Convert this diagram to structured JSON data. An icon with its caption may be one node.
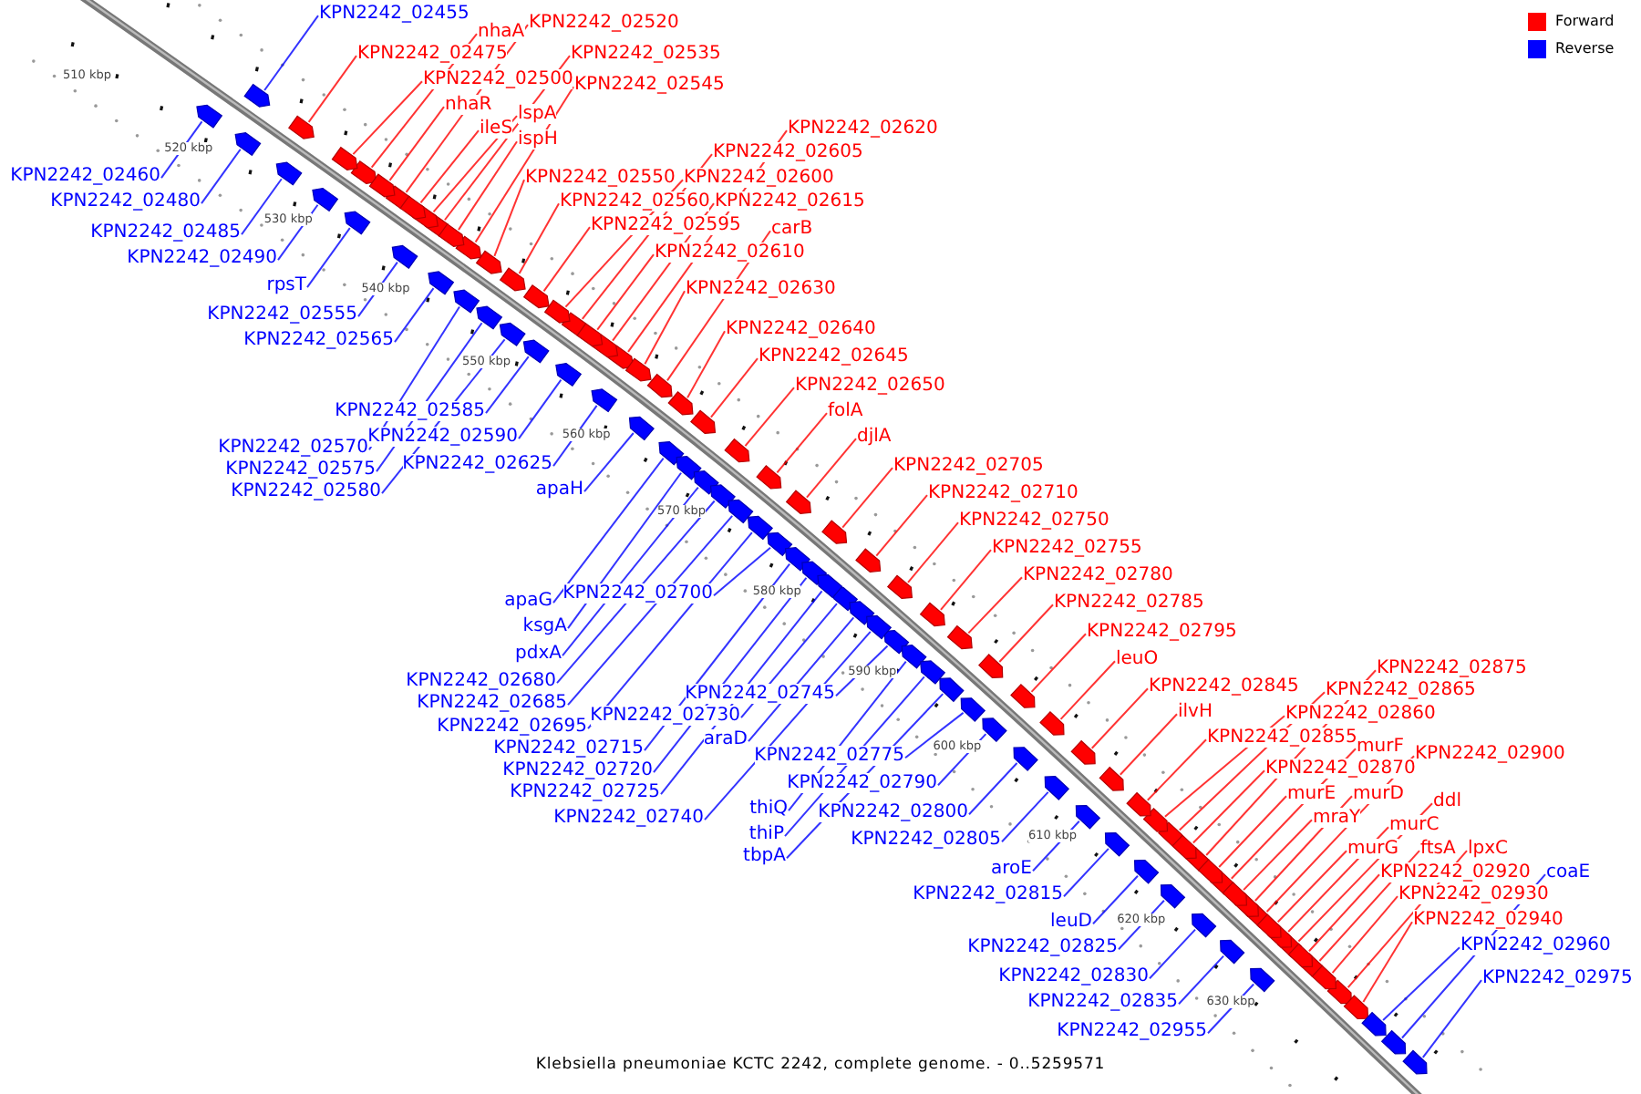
{
  "diagram": {
    "caption": "Klebsiella pneumoniae KCTC 2242, complete genome. - 0..5259571",
    "nodes": [
      {
        "text": [
          "KPN2242_02455"
        ]
      },
      {
        "text": [
          "KPN2242_02520"
        ]
      },
      {
        "text": [
          "nhaA"
        ]
      },
      {
        "text": [
          "KPN2242_02475"
        ]
      },
      {
        "text": [
          "KPN2242_02535"
        ]
      },
      {
        "text": [
          "KPN2242_02500"
        ]
      },
      {
        "text": [
          "KPN2242_02545"
        ]
      },
      {
        "text": [
          "nhaR"
        ]
      },
      {
        "text": [
          "lspA"
        ]
      },
      {
        "text": [
          "ileS"
        ]
      },
      {
        "text": [
          "KPN2242_02620"
        ]
      },
      {
        "text": [
          "ispH"
        ]
      },
      {
        "text": [
          "KPN2242_02605"
        ]
      },
      {
        "text": [
          "KPN2242_02460"
        ]
      },
      {
        "text": [
          "KPN2242_02550"
        ]
      },
      {
        "text": [
          "KPN2242_02600"
        ]
      },
      {
        "text": [
          "KPN2242_02480"
        ]
      },
      {
        "text": [
          "KPN2242_02560"
        ]
      },
      {
        "text": [
          "KPN2242_02615"
        ]
      },
      {
        "text": [
          "KPN2242_02595"
        ]
      },
      {
        "text": [
          "carB"
        ]
      },
      {
        "text": [
          "KPN2242_02485"
        ]
      },
      {
        "text": [
          "KPN2242_02610"
        ]
      },
      {
        "text": [
          "KPN2242_02490"
        ]
      },
      {
        "text": [
          "rpsT"
        ]
      },
      {
        "text": [
          "KPN2242_02630"
        ]
      },
      {
        "text": [
          "KPN2242_02555"
        ]
      },
      {
        "text": [
          "KPN2242_02640"
        ]
      },
      {
        "text": [
          "KPN2242_02565"
        ]
      },
      {
        "text": [
          "KPN2242_02645"
        ]
      },
      {
        "text": [
          "KPN2242_02650"
        ]
      },
      {
        "text": [
          "KPN2242_02585"
        ]
      },
      {
        "text": [
          "folA"
        ]
      },
      {
        "text": [
          "KPN2242_02590"
        ]
      },
      {
        "text": [
          "djlA"
        ]
      },
      {
        "text": [
          "KPN2242_02570"
        ]
      },
      {
        "text": [
          "KPN2242_02625"
        ]
      },
      {
        "text": [
          "KPN2242_02705"
        ]
      },
      {
        "text": [
          "KPN2242_02575"
        ]
      },
      {
        "text": [
          "apaH"
        ]
      },
      {
        "text": [
          "KPN2242_02580"
        ]
      },
      {
        "text": [
          "KPN2242_02710"
        ]
      },
      {
        "text": [
          "KPN2242_02750"
        ]
      },
      {
        "text": [
          "KPN2242_02755"
        ]
      },
      {
        "text": [
          "KPN2242_02780"
        ]
      },
      {
        "text": [
          "KPN2242_02700"
        ]
      },
      {
        "text": [
          "apaG"
        ]
      },
      {
        "text": [
          "KPN2242_02785"
        ]
      },
      {
        "text": [
          "ksgA"
        ]
      },
      {
        "text": [
          "KPN2242_02795"
        ]
      },
      {
        "text": [
          "pdxA"
        ]
      },
      {
        "text": [
          "leuO"
        ]
      },
      {
        "text": [
          "KPN2242_02875"
        ]
      },
      {
        "text": [
          "KPN2242_02680"
        ]
      },
      {
        "text": [
          "KPN2242_02845"
        ]
      },
      {
        "text": [
          "KPN2242_02865"
        ]
      },
      {
        "text": [
          "KPN2242_02745"
        ]
      },
      {
        "text": [
          "KPN2242_02685"
        ]
      },
      {
        "text": [
          "ilvH"
        ]
      },
      {
        "text": [
          "KPN2242_02860"
        ]
      },
      {
        "text": [
          "KPN2242_02730"
        ]
      },
      {
        "text": [
          "KPN2242_02695"
        ]
      },
      {
        "text": [
          "KPN2242_02855"
        ]
      },
      {
        "text": [
          "araD"
        ]
      },
      {
        "text": [
          "murF"
        ]
      },
      {
        "text": [
          "KPN2242_02715"
        ]
      },
      {
        "text": [
          "KPN2242_02900"
        ]
      },
      {
        "text": [
          "KPN2242_02775"
        ]
      },
      {
        "text": [
          "KPN2242_02870"
        ]
      },
      {
        "text": [
          "KPN2242_02720"
        ]
      },
      {
        "text": [
          "KPN2242_02790"
        ]
      },
      {
        "text": [
          "KPN2242_02725"
        ]
      },
      {
        "text": [
          "murE"
        ]
      },
      {
        "text": [
          "murD"
        ]
      },
      {
        "text": [
          "ddl"
        ]
      },
      {
        "text": [
          "thiQ"
        ]
      },
      {
        "text": [
          "KPN2242_02800"
        ]
      },
      {
        "text": [
          "KPN2242_02740"
        ]
      },
      {
        "text": [
          "mraY"
        ]
      },
      {
        "text": [
          "murC"
        ]
      },
      {
        "text": [
          "thiP"
        ]
      },
      {
        "text": [
          "KPN2242_02805"
        ]
      },
      {
        "text": [
          "murG"
        ]
      },
      {
        "text": [
          "ftsA"
        ]
      },
      {
        "text": [
          "lpxC"
        ]
      },
      {
        "text": [
          "tbpA"
        ]
      },
      {
        "text": [
          "aroE"
        ]
      },
      {
        "text": [
          "KPN2242_02920"
        ]
      },
      {
        "text": [
          "coaE"
        ]
      },
      {
        "text": [
          "KPN2242_02815"
        ]
      },
      {
        "text": [
          "KPN2242_02930"
        ]
      },
      {
        "text": [
          "leuD"
        ]
      },
      {
        "text": [
          "KPN2242_02940"
        ]
      },
      {
        "text": [
          "KPN2242_02960"
        ]
      },
      {
        "text": [
          "KPN2242_02825"
        ]
      },
      {
        "text": [
          "KPN2242_02830"
        ]
      },
      {
        "text": [
          "KPN2242_02975"
        ]
      },
      {
        "text": [
          "KPN2242_02835"
        ]
      },
      {
        "text": [
          "KPN2242_02955"
        ]
      },
      {
        "text": [],
        "shape": "arrow"
      },
      {
        "text": [],
        "shape": "arrow"
      },
      {
        "text": [],
        "shape": "arrow"
      },
      {
        "text": [],
        "shape": "arrow"
      },
      {
        "text": [],
        "shape": "arrow"
      },
      {
        "text": [],
        "shape": "arrow"
      },
      {
        "text": [],
        "shape": "arrow"
      },
      {
        "text": [],
        "shape": "arrow"
      },
      {
        "text": [],
        "shape": "arrow"
      },
      {
        "text": [],
        "shape": "arrow"
      },
      {
        "text": [],
        "shape": "arrow"
      },
      {
        "text": [],
        "shape": "arrow"
      },
      {
        "text": [],
        "shape": "arrow"
      },
      {
        "text": [],
        "shape": "arrow"
      },
      {
        "text": [],
        "shape": "arrow"
      },
      {
        "text": [],
        "shape": "arrow"
      },
      {
        "text": [],
        "shape": "arrow"
      },
      {
        "text": [],
        "shape": "arrow"
      },
      {
        "text": [],
        "shape": "arrow"
      },
      {
        "text": [],
        "shape": "arrow"
      },
      {
        "text": [],
        "shape": "arrow"
      },
      {
        "text": [],
        "shape": "arrow"
      },
      {
        "text": [],
        "shape": "arrow"
      },
      {
        "text": [],
        "shape": "arrow"
      },
      {
        "text": [],
        "shape": "arrow"
      },
      {
        "text": [],
        "shape": "arrow"
      },
      {
        "text": [],
        "shape": "arrow"
      },
      {
        "text": [],
        "shape": "arrow"
      },
      {
        "text": [],
        "shape": "arrow"
      },
      {
        "text": [],
        "shape": "arrow"
      },
      {
        "text": [],
        "shape": "arrow"
      },
      {
        "text": [],
        "shape": "arrow"
      },
      {
        "text": [],
        "shape": "arrow"
      },
      {
        "text": [],
        "shape": "arrow"
      },
      {
        "text": [],
        "shape": "arrow"
      },
      {
        "text": [],
        "shape": "arrow"
      },
      {
        "text": [],
        "shape": "arrow"
      },
      {
        "text": [],
        "shape": "arrow"
      },
      {
        "text": [],
        "shape": "arrow"
      },
      {
        "text": [],
        "shape": "arrow"
      },
      {
        "text": [],
        "shape": "arrow"
      },
      {
        "text": [],
        "shape": "arrow"
      },
      {
        "text": [],
        "shape": "arrow"
      },
      {
        "text": [],
        "shape": "arrow"
      },
      {
        "text": [],
        "shape": "arrow"
      },
      {
        "text": [],
        "shape": "arrow"
      },
      {
        "text": [],
        "shape": "arrow"
      },
      {
        "text": [],
        "shape": "arrow"
      },
      {
        "text": [],
        "shape": "arrow"
      },
      {
        "text": [],
        "shape": "arrow"
      },
      {
        "text": [],
        "shape": "arrow"
      },
      {
        "text": [],
        "shape": "arrow"
      },
      {
        "text": [],
        "shape": "arrow"
      },
      {
        "text": [],
        "shape": "arrow"
      },
      {
        "text": [],
        "shape": "arrow"
      },
      {
        "text": [],
        "shape": "arrow"
      },
      {
        "text": [],
        "shape": "arrow"
      },
      {
        "text": [],
        "shape": "arrow"
      },
      {
        "text": [],
        "shape": "arrow"
      },
      {
        "text": [],
        "shape": "arrow"
      },
      {
        "text": [],
        "shape": "arrow"
      },
      {
        "text": [],
        "shape": "arrow"
      },
      {
        "text": [],
        "shape": "arrow"
      },
      {
        "text": [],
        "shape": "arrow"
      },
      {
        "text": [],
        "shape": "arrow"
      },
      {
        "text": [],
        "shape": "arrow"
      },
      {
        "text": [],
        "shape": "arrow"
      },
      {
        "text": [],
        "shape": "arrow"
      },
      {
        "text": [],
        "shape": "arrow"
      },
      {
        "text": [],
        "shape": "arrow"
      },
      {
        "text": [],
        "shape": "arrow"
      },
      {
        "text": [],
        "shape": "arrow"
      },
      {
        "text": [],
        "shape": "arrow"
      },
      {
        "text": [],
        "shape": "arrow"
      },
      {
        "text": [],
        "shape": "arrow"
      },
      {
        "text": [],
        "shape": "arrow"
      },
      {
        "text": [],
        "shape": "arrow"
      },
      {
        "text": [],
        "shape": "arrow"
      },
      {
        "text": [],
        "shape": "arrow"
      },
      {
        "text": [],
        "shape": "arrow"
      },
      {
        "text": [],
        "shape": "arrow"
      },
      {
        "text": [],
        "shape": "arrow"
      },
      {
        "text": [],
        "shape": "arrow"
      },
      {
        "text": [],
        "shape": "arrow"
      },
      {
        "text": [],
        "shape": "arrow"
      },
      {
        "text": [],
        "shape": "arrow"
      },
      {
        "text": [],
        "shape": "arrow"
      },
      {
        "text": [],
        "shape": "arrow"
      },
      {
        "text": [],
        "shape": "arrow"
      },
      {
        "text": [],
        "shape": "arrow"
      },
      {
        "text": [],
        "shape": "arrow"
      },
      {
        "text": [],
        "shape": "arrow"
      },
      {
        "text": [],
        "shape": "arrow"
      },
      {
        "text": [],
        "shape": "arrow"
      },
      {
        "text": [],
        "shape": "arrow"
      },
      {
        "text": [],
        "shape": "arrow"
      },
      {
        "text": [],
        "shape": "arrow"
      },
      {
        "text": [],
        "shape": "arrow"
      },
      {
        "text": [],
        "shape": "arrow"
      }
    ],
    "edges": [
      {
        "from": 0,
        "to": 99,
        "arrow": "none",
        "color": "#0000ff"
      },
      {
        "from": 1,
        "to": 100,
        "arrow": "none"
      },
      {
        "from": 2,
        "to": 101,
        "arrow": "none"
      },
      {
        "from": 3,
        "to": 102,
        "arrow": "none"
      },
      {
        "from": 4,
        "to": 103,
        "arrow": "none"
      },
      {
        "from": 5,
        "to": 104,
        "arrow": "none"
      },
      {
        "from": 6,
        "to": 105,
        "arrow": "none"
      },
      {
        "from": 7,
        "to": 106,
        "arrow": "none"
      },
      {
        "from": 8,
        "to": 107,
        "arrow": "none"
      },
      {
        "from": 9,
        "to": 108,
        "arrow": "none"
      },
      {
        "from": 10,
        "to": 109,
        "arrow": "none"
      },
      {
        "from": 11,
        "to": 110,
        "arrow": "none"
      },
      {
        "from": 12,
        "to": 111,
        "arrow": "none"
      },
      {
        "from": 13,
        "to": 112,
        "arrow": "none",
        "color": "#0000ff"
      },
      {
        "from": 14,
        "to": 113,
        "arrow": "none"
      },
      {
        "from": 15,
        "to": 114,
        "arrow": "none"
      },
      {
        "from": 16,
        "to": 115,
        "arrow": "none",
        "color": "#0000ff"
      },
      {
        "from": 17,
        "to": 116,
        "arrow": "none"
      },
      {
        "from": 18,
        "to": 117,
        "arrow": "none"
      },
      {
        "from": 19,
        "to": 118,
        "arrow": "none"
      },
      {
        "from": 20,
        "to": 119,
        "arrow": "none"
      },
      {
        "from": 21,
        "to": 120,
        "arrow": "none",
        "color": "#0000ff"
      },
      {
        "from": 22,
        "to": 121,
        "arrow": "none"
      },
      {
        "from": 23,
        "to": 122,
        "arrow": "none",
        "color": "#0000ff"
      },
      {
        "from": 24,
        "to": 123,
        "arrow": "none",
        "color": "#0000ff"
      },
      {
        "from": 25,
        "to": 124,
        "arrow": "none"
      },
      {
        "from": 26,
        "to": 125,
        "arrow": "none",
        "color": "#0000ff"
      },
      {
        "from": 27,
        "to": 126,
        "arrow": "none"
      },
      {
        "from": 28,
        "to": 127,
        "arrow": "none",
        "color": "#0000ff"
      },
      {
        "from": 29,
        "to": 128,
        "arrow": "none"
      },
      {
        "from": 30,
        "to": 129,
        "arrow": "none"
      },
      {
        "from": 31,
        "to": 130,
        "arrow": "none",
        "color": "#0000ff"
      },
      {
        "from": 32,
        "to": 131,
        "arrow": "none"
      },
      {
        "from": 33,
        "to": 132,
        "arrow": "none",
        "color": "#0000ff"
      },
      {
        "from": 34,
        "to": 133,
        "arrow": "none"
      },
      {
        "from": 35,
        "to": 134,
        "arrow": "none",
        "color": "#0000ff"
      },
      {
        "from": 36,
        "to": 135,
        "arrow": "none",
        "color": "#0000ff"
      },
      {
        "from": 37,
        "to": 136,
        "arrow": "none"
      },
      {
        "from": 38,
        "to": 137,
        "arrow": "none",
        "color": "#0000ff"
      },
      {
        "from": 39,
        "to": 138,
        "arrow": "none",
        "color": "#0000ff"
      },
      {
        "from": 40,
        "to": 139,
        "arrow": "none",
        "color": "#0000ff"
      },
      {
        "from": 41,
        "to": 140,
        "arrow": "none"
      },
      {
        "from": 42,
        "to": 141,
        "arrow": "none"
      },
      {
        "from": 43,
        "to": 142,
        "arrow": "none"
      },
      {
        "from": 44,
        "to": 143,
        "arrow": "none"
      },
      {
        "from": 45,
        "to": 144,
        "arrow": "none",
        "color": "#0000ff"
      },
      {
        "from": 46,
        "to": 145,
        "arrow": "none",
        "color": "#0000ff"
      },
      {
        "from": 47,
        "to": 146,
        "arrow": "none"
      },
      {
        "from": 48,
        "to": 147,
        "arrow": "none",
        "color": "#0000ff"
      },
      {
        "from": 49,
        "to": 148,
        "arrow": "none"
      },
      {
        "from": 50,
        "to": 149,
        "arrow": "none",
        "color": "#0000ff"
      },
      {
        "from": 51,
        "to": 150,
        "arrow": "none"
      },
      {
        "from": 52,
        "to": 151,
        "arrow": "none"
      },
      {
        "from": 53,
        "to": 152,
        "arrow": "none",
        "color": "#0000ff"
      },
      {
        "from": 54,
        "to": 153,
        "arrow": "none"
      },
      {
        "from": 55,
        "to": 154,
        "arrow": "none"
      },
      {
        "from": 56,
        "to": 155,
        "arrow": "none",
        "color": "#0000ff"
      },
      {
        "from": 57,
        "to": 156,
        "arrow": "none",
        "color": "#0000ff"
      },
      {
        "from": 58,
        "to": 157,
        "arrow": "none"
      },
      {
        "from": 59,
        "to": 158,
        "arrow": "none"
      },
      {
        "from": 60,
        "to": 159,
        "arrow": "none",
        "color": "#0000ff"
      },
      {
        "from": 61,
        "to": 160,
        "arrow": "none",
        "color": "#0000ff"
      },
      {
        "from": 62,
        "to": 161,
        "arrow": "none"
      },
      {
        "from": 63,
        "to": 162,
        "arrow": "none",
        "color": "#0000ff"
      },
      {
        "from": 64,
        "to": 163,
        "arrow": "none"
      },
      {
        "from": 65,
        "to": 164,
        "arrow": "none",
        "color": "#0000ff"
      },
      {
        "from": 66,
        "to": 165,
        "arrow": "none"
      },
      {
        "from": 67,
        "to": 166,
        "arrow": "none",
        "color": "#0000ff"
      },
      {
        "from": 68,
        "to": 167,
        "arrow": "none"
      },
      {
        "from": 69,
        "to": 168,
        "arrow": "none",
        "color": "#0000ff"
      },
      {
        "from": 70,
        "to": 169,
        "arrow": "none",
        "color": "#0000ff"
      },
      {
        "from": 71,
        "to": 170,
        "arrow": "none",
        "color": "#0000ff"
      },
      {
        "from": 72,
        "to": 171,
        "arrow": "none"
      },
      {
        "from": 73,
        "to": 172,
        "arrow": "none"
      },
      {
        "from": 74,
        "to": 173,
        "arrow": "none"
      },
      {
        "from": 75,
        "to": 174,
        "arrow": "none",
        "color": "#0000ff"
      },
      {
        "from": 76,
        "to": 175,
        "arrow": "none",
        "color": "#0000ff"
      },
      {
        "from": 77,
        "to": 176,
        "arrow": "none",
        "color": "#0000ff"
      },
      {
        "from": 78,
        "to": 177,
        "arrow": "none"
      },
      {
        "from": 79,
        "to": 178,
        "arrow": "none"
      },
      {
        "from": 80,
        "to": 179,
        "arrow": "none",
        "color": "#0000ff"
      },
      {
        "from": 81,
        "to": 180,
        "arrow": "none",
        "color": "#0000ff"
      },
      {
        "from": 82,
        "to": 181,
        "arrow": "none"
      },
      {
        "from": 83,
        "to": 182,
        "arrow": "none"
      },
      {
        "from": 84,
        "to": 183,
        "arrow": "none"
      },
      {
        "from": 85,
        "to": 184,
        "arrow": "none",
        "color": "#0000ff"
      },
      {
        "from": 86,
        "to": 185,
        "arrow": "none",
        "color": "#0000ff"
      },
      {
        "from": 87,
        "to": 186,
        "arrow": "none"
      },
      {
        "from": 88,
        "to": 187,
        "arrow": "none",
        "color": "#0000ff"
      },
      {
        "from": 89,
        "to": 188,
        "arrow": "none",
        "color": "#0000ff"
      },
      {
        "from": 90,
        "to": 189,
        "arrow": "none"
      },
      {
        "from": 91,
        "to": 190,
        "arrow": "none",
        "color": "#0000ff"
      },
      {
        "from": 92,
        "to": 191,
        "arrow": "none"
      },
      {
        "from": 93,
        "to": 192,
        "arrow": "none",
        "color": "#0000ff"
      },
      {
        "from": 94,
        "to": 193,
        "arrow": "none",
        "color": "#0000ff"
      },
      {
        "from": 95,
        "to": 194,
        "arrow": "none",
        "color": "#0000ff"
      },
      {
        "from": 96,
        "to": 195,
        "arrow": "none",
        "color": "#0000ff"
      },
      {
        "from": 97,
        "to": 196,
        "arrow": "none",
        "color": "#0000ff"
      },
      {
        "from": 98,
        "to": 197,
        "arrow": "none",
        "color": "#0000ff"
      }
    ],
    "labels": [
      "510 kbp",
      "520 kbp",
      "530 kbp",
      "540 kbp",
      "550 kbp",
      "560 kbp",
      "570 kbp",
      "580 kbp",
      "590 kbp",
      "600 kbp",
      "610 kbp",
      "620 kbp",
      "630 kbp"
    ],
    "legend": [
      {
        "text": "Forward",
        "color": "#ff0000"
      },
      {
        "text": "Reverse",
        "color": "#0000ff"
      }
    ]
  }
}
